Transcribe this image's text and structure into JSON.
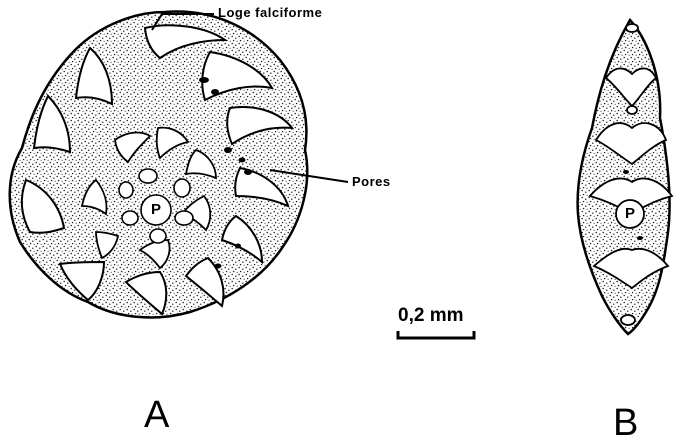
{
  "labels": {
    "loge": "Loge falciforme",
    "pores": "Pores",
    "scale": "0,2 mm",
    "proloculus": "P",
    "panel_a": "A",
    "panel_b": "B"
  },
  "colors": {
    "ink": "#000000",
    "paper": "#ffffff",
    "stipple": "#1a1a1a"
  }
}
